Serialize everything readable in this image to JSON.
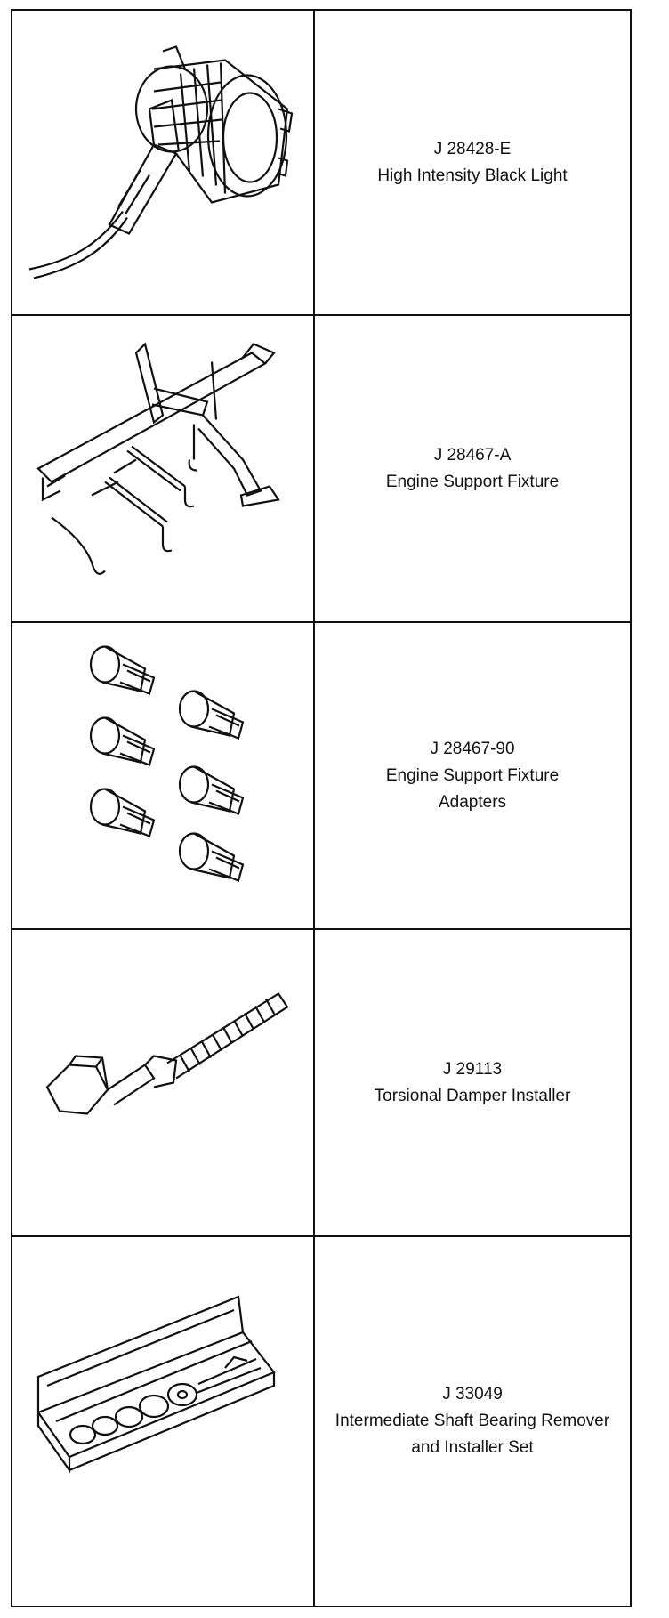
{
  "tools": [
    {
      "number": "J 28428-E",
      "name": "High Intensity Black Light",
      "icon": "black-light-icon"
    },
    {
      "number": "J 28467-A",
      "name": "Engine Support Fixture",
      "icon": "engine-support-fixture-icon"
    },
    {
      "number": "J 28467-90",
      "name": "Engine Support Fixture Adapters",
      "icon": "adapters-icon"
    },
    {
      "number": "J 29113",
      "name": "Torsional Damper Installer",
      "icon": "damper-installer-icon"
    },
    {
      "number": "J 33049",
      "name": "Intermediate Shaft Bearing Remover and Installer Set",
      "icon": "bearing-tool-set-icon"
    }
  ]
}
